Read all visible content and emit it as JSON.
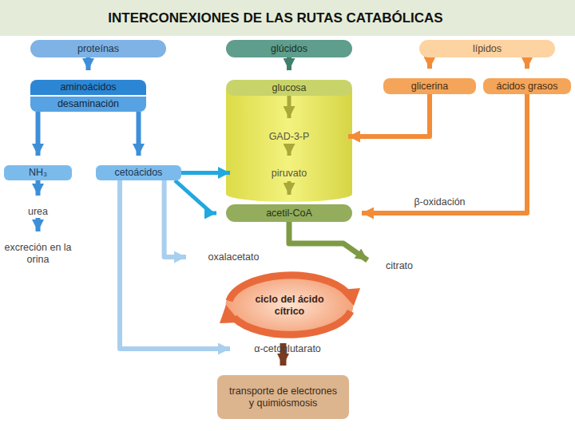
{
  "diagram": {
    "title": "INTERCONEXIONES DE LAS RUTAS CATABÓLICAS",
    "nodes": [
      {
        "text": [
          "proteínas"
        ]
      },
      {
        "text": [
          "glúcidos"
        ]
      },
      {
        "text": [
          "lípidos"
        ]
      },
      {
        "text": [
          "aminoácidos",
          "desaminación"
        ]
      },
      {
        "text": [
          "glucosa"
        ]
      },
      {
        "text": [
          "glicerina"
        ]
      },
      {
        "text": [
          "ácidos grasos"
        ]
      },
      {
        "text": [
          "GAD-3-P"
        ]
      },
      {
        "text": [
          "NH₃"
        ]
      },
      {
        "text": [
          "cetoácidos"
        ]
      },
      {
        "text": [
          "piruvato"
        ]
      },
      {
        "text": [
          "acetil-CoA"
        ]
      },
      {
        "text": [
          "urea"
        ]
      },
      {
        "text": [
          "oxalacetato"
        ]
      },
      {
        "text": [
          "citrato"
        ]
      },
      {
        "text": [
          "excreción en la orina"
        ]
      },
      {
        "text": [
          "ciclo del ácido cítrico"
        ]
      },
      {
        "text": [
          "α-cetoglutarato"
        ]
      },
      {
        "text": [
          "transporte de electrones y quimiósmosis"
        ]
      }
    ],
    "edges": [
      {
        "from": 0,
        "to": 3,
        "arrow": "to"
      },
      {
        "from": 1,
        "to": 4,
        "arrow": "to"
      },
      {
        "from": 2,
        "to": 5,
        "arrow": "to"
      },
      {
        "from": 2,
        "to": 6,
        "arrow": "to"
      },
      {
        "from": 3,
        "to": 8,
        "arrow": "to"
      },
      {
        "from": 3,
        "to": 9,
        "arrow": "to"
      },
      {
        "from": 4,
        "to": 7,
        "arrow": "to"
      },
      {
        "from": 5,
        "to": 7,
        "arrow": "to"
      },
      {
        "from": 7,
        "to": 10,
        "arrow": "to"
      },
      {
        "from": 9,
        "to": 10,
        "arrow": "to"
      },
      {
        "from": 10,
        "to": 11,
        "arrow": "to"
      },
      {
        "from": 6,
        "to": 11,
        "label": "β-oxidación",
        "arrow": "to"
      },
      {
        "from": 9,
        "to": 11,
        "arrow": "to"
      },
      {
        "from": 8,
        "to": 12,
        "arrow": "to"
      },
      {
        "from": 12,
        "to": 15,
        "arrow": "to"
      },
      {
        "from": 9,
        "to": 13,
        "arrow": "to"
      },
      {
        "from": 9,
        "to": 17,
        "arrow": "to"
      },
      {
        "from": 11,
        "to": 14,
        "arrow": "to"
      },
      {
        "from": 16,
        "to": 18,
        "arrow": "to"
      }
    ]
  }
}
